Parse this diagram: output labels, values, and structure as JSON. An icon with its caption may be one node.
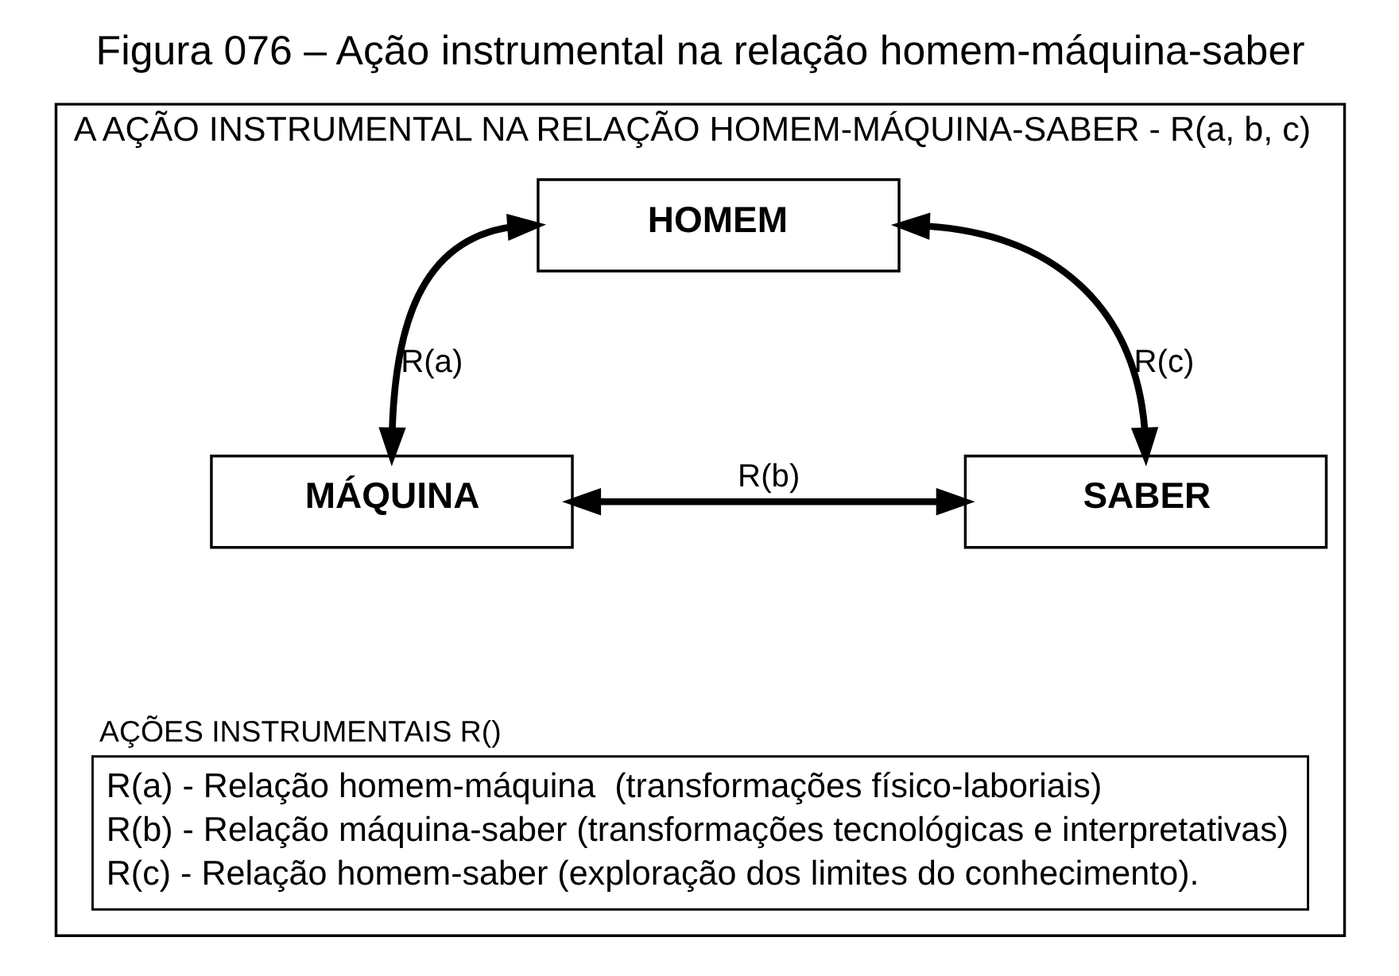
{
  "diagram": {
    "title": "Figura 076 – Ação instrumental na relação homem-máquina-saber",
    "nodes": [
      {
        "text": [
          "A AÇÃO INSTRUMENTAL NA RELAÇÃO HOMEM-MÁQUINA-SABER - R(a, b, c)"
        ]
      },
      {
        "text": [
          "HOMEM"
        ],
        "in": 0
      },
      {
        "text": [
          "MÁQUINA"
        ],
        "in": 0
      },
      {
        "text": [
          "SABER"
        ],
        "in": 0
      },
      {
        "text": [
          "AÇÕES INSTRUMENTAIS R()",
          "R(a) - Relação homem-máquina  (transformações físico-laboriais)",
          "R(b) - Relação máquina-saber (transformações tecnológicas e interpretativas)",
          "R(c) - Relação homem-saber (exploração dos limites do conhecimento)."
        ],
        "in": 0
      }
    ],
    "edges": [
      {
        "from": 1,
        "to": 2,
        "arrow": "both",
        "label": "R(a)"
      },
      {
        "from": 2,
        "to": 3,
        "arrow": "both",
        "label": "R(b)"
      },
      {
        "from": 1,
        "to": 3,
        "arrow": "both",
        "label": "R(c)"
      }
    ]
  }
}
